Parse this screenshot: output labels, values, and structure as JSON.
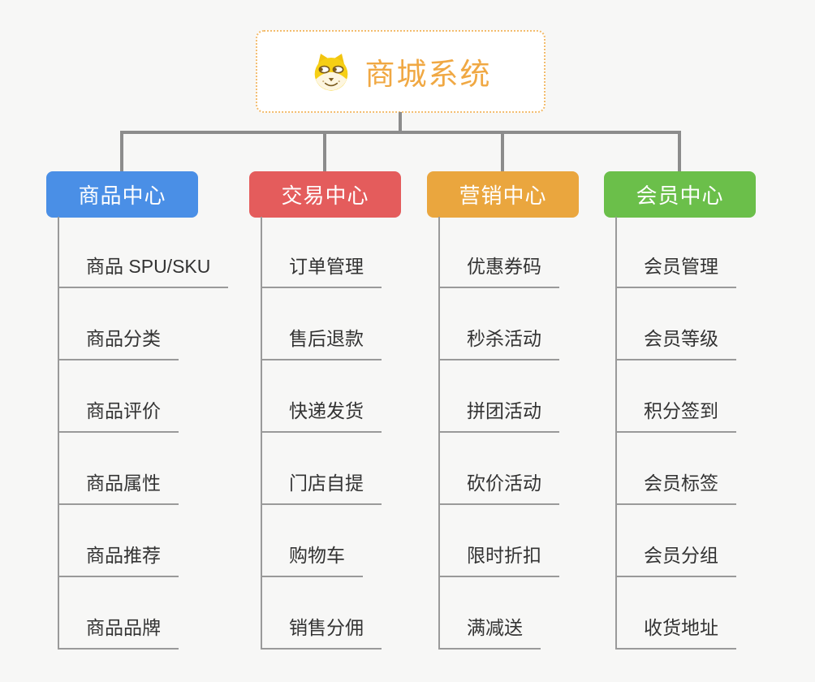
{
  "root": {
    "title": "商城系统",
    "icon": "dog-face-icon",
    "title_color": "#f0a843",
    "border_color": "#f3bc6d"
  },
  "connector_color": "#8c8c8c",
  "branches": [
    {
      "label": "商品中心",
      "color": "#4a8fe6",
      "items": [
        "商品 SPU/SKU",
        "商品分类",
        "商品评价",
        "商品属性",
        "商品推荐",
        "商品品牌"
      ]
    },
    {
      "label": "交易中心",
      "color": "#e45c5c",
      "items": [
        "订单管理",
        "售后退款",
        "快递发货",
        "门店自提",
        "购物车",
        "销售分佣"
      ]
    },
    {
      "label": "营销中心",
      "color": "#eaa63e",
      "items": [
        "优惠券码",
        "秒杀活动",
        "拼团活动",
        "砍价活动",
        "限时折扣",
        "满减送"
      ]
    },
    {
      "label": "会员中心",
      "color": "#6bbf4a",
      "items": [
        "会员管理",
        "会员等级",
        "积分签到",
        "会员标签",
        "会员分组",
        "收货地址"
      ]
    }
  ]
}
